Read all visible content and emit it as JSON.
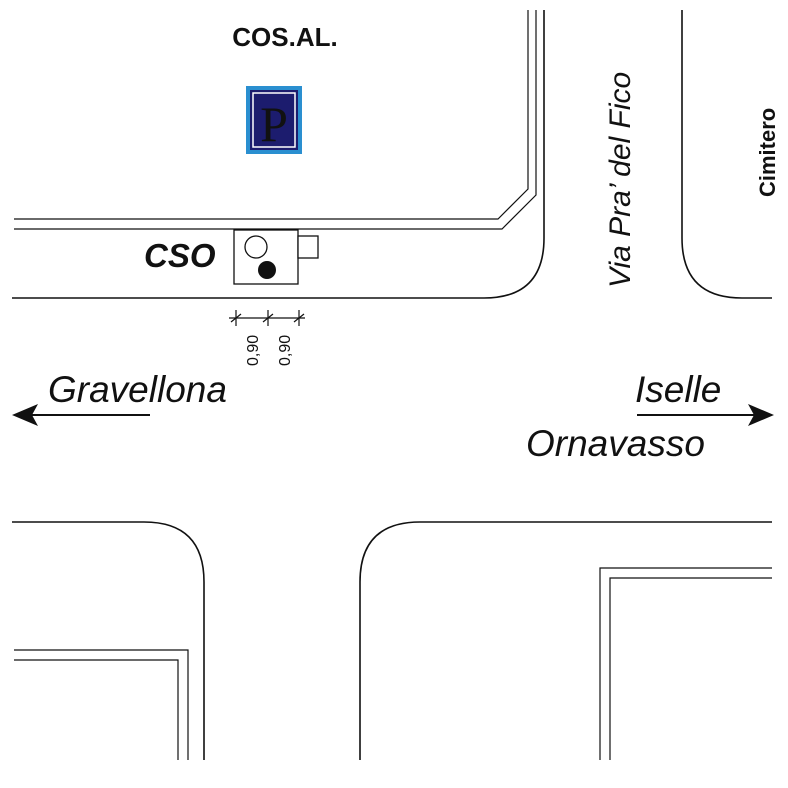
{
  "labels": {
    "company": "COS.AL.",
    "parking": "P",
    "cso": "CSO",
    "street": "Via Pra’ del Fico",
    "cemetery": "Cimitero",
    "west_destination": "Gravellona",
    "east_destination_1": "Iselle",
    "east_destination_2": "Ornavasso",
    "dim_1": "0,90",
    "dim_2": "0,90"
  },
  "colors": {
    "parking_bg": "#1c1c6e",
    "parking_border": "#2a8fd0",
    "line": "#111111"
  },
  "icons": {
    "parking": "parking-sign-icon",
    "west_arrow": "arrow-left-icon",
    "east_arrow": "arrow-right-icon"
  }
}
